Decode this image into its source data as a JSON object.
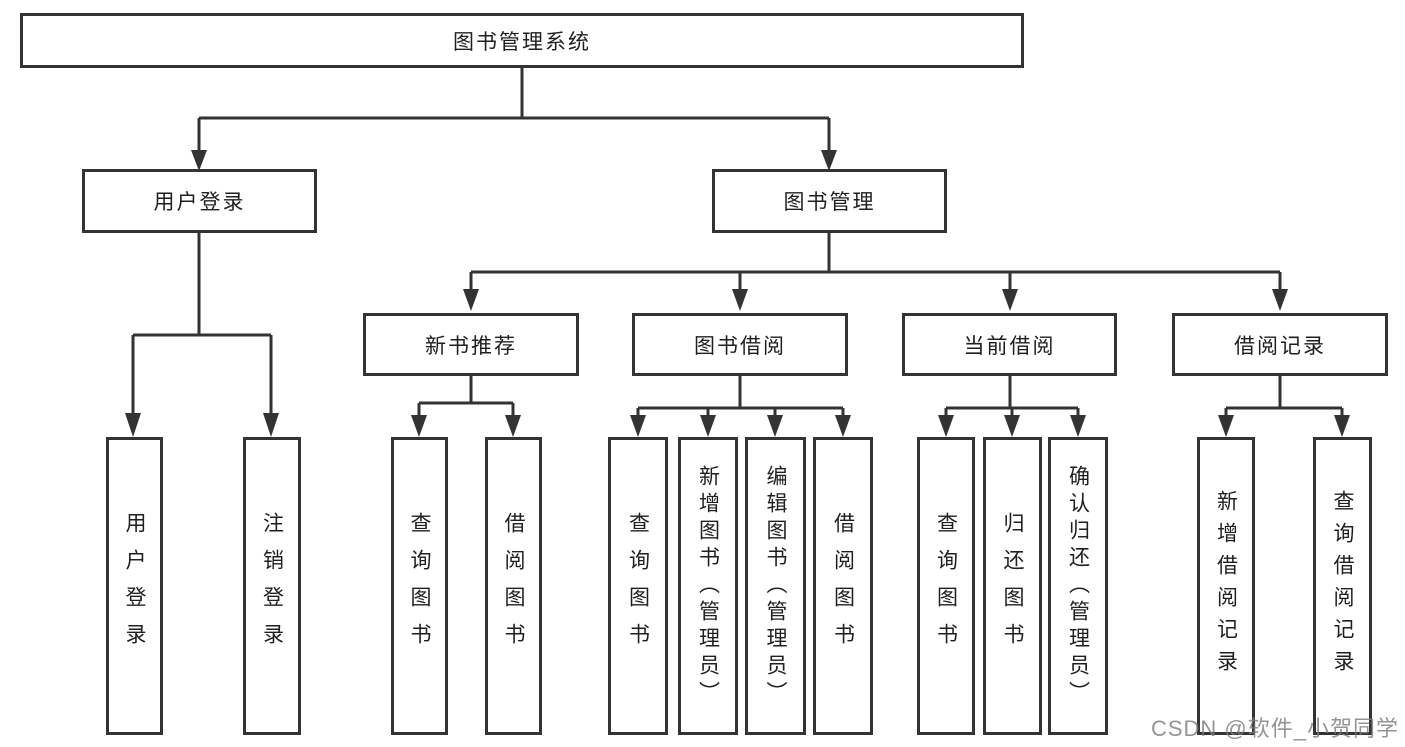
{
  "tree": {
    "label": "图书管理系统",
    "children": [
      {
        "label": "用户登录",
        "children": [
          {
            "label": "用户登录"
          },
          {
            "label": "注销登录"
          }
        ]
      },
      {
        "label": "图书管理",
        "children": [
          {
            "label": "新书推荐",
            "children": [
              {
                "label": "查询图书"
              },
              {
                "label": "借阅图书"
              }
            ]
          },
          {
            "label": "图书借阅",
            "children": [
              {
                "label": "查询图书"
              },
              {
                "label": "新增图书（管理员）"
              },
              {
                "label": "编辑图书（管理员）"
              },
              {
                "label": "借阅图书"
              }
            ]
          },
          {
            "label": "当前借阅",
            "children": [
              {
                "label": "查询图书"
              },
              {
                "label": "归还图书"
              },
              {
                "label": "确认归还（管理员）"
              }
            ]
          },
          {
            "label": "借阅记录",
            "children": [
              {
                "label": "新增借阅记录"
              },
              {
                "label": "查询借阅记录"
              }
            ]
          }
        ]
      }
    ]
  },
  "watermark": {
    "text": "CSDN @软件_小贺同学"
  },
  "colors": {
    "line": "#333333",
    "text": "#1f1f1f",
    "box_border": "#333333",
    "box_background": "#ffffff",
    "background": "#ffffff",
    "watermark": "#7d7d7d"
  }
}
